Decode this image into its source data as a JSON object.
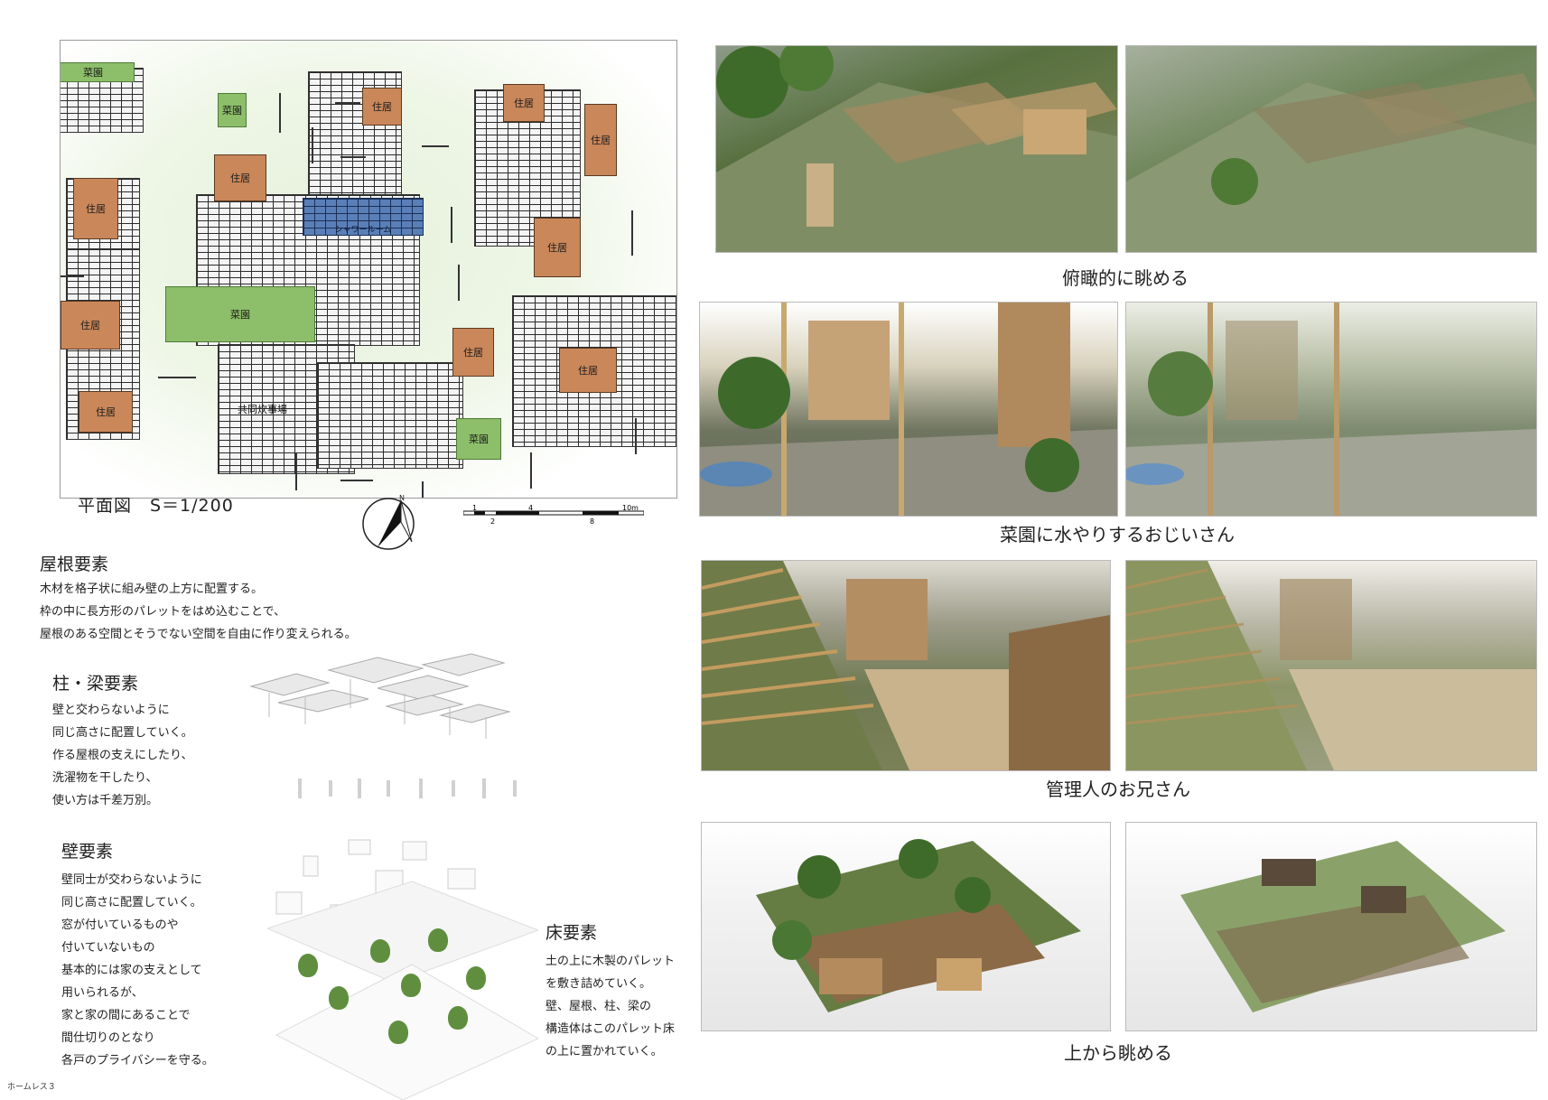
{
  "plan": {
    "title": "平面図　S＝1/200",
    "north": "N",
    "scale_ticks": [
      "1",
      "2",
      "4",
      "8",
      "10m"
    ],
    "labels": {
      "house": "住居",
      "garden": "菜園",
      "kitchen": "共同炊事場",
      "bath": "シャワールーム"
    }
  },
  "sections": {
    "roof": {
      "title": "屋根要素",
      "text": "木材を格子状に組み壁の上方に配置する。\n枠の中に長方形のパレットをはめ込むことで、\n屋根のある空間とそうでない空間を自由に作り変えられる。"
    },
    "column": {
      "title": "柱・梁要素",
      "text": "壁と交わらないように\n同じ高さに配置していく。\n作る屋根の支えにしたり、\n洗濯物を干したり、\n使い方は千差万別。"
    },
    "wall": {
      "title": "壁要素",
      "text": "壁同士が交わらないように\n同じ高さに配置していく。\n窓が付いているものや\n付いていないもの\n基本的には家の支えとして\n用いられるが、\n家と家の間にあることで\n間仕切りのとなり\n各戸のプライバシーを守る。"
    },
    "floor": {
      "title": "床要素",
      "text": "土の上に木製のパレット\nを敷き詰めていく。\n壁、屋根、柱、梁の\n構造体はこのパレット床\nの上に置かれていく。"
    }
  },
  "captions": {
    "row1": "俯瞰的に眺める",
    "row2": "菜園に水やりするおじいさん",
    "row3": "管理人のお兄さん",
    "row4": "上から眺める"
  },
  "footer": "ホームレス３"
}
